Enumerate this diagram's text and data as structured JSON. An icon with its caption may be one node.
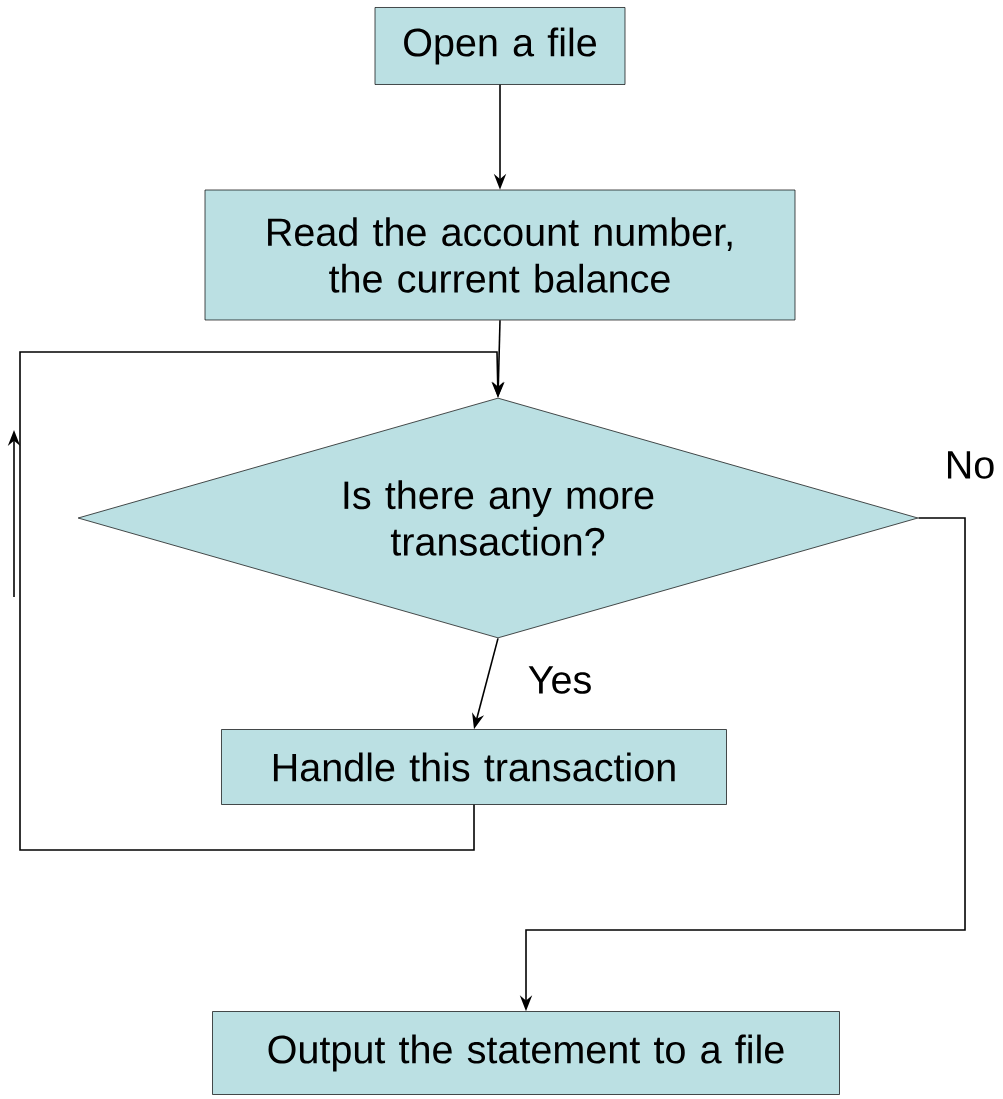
{
  "diagram": {
    "nodes": [
      {
        "text": [
          "Open a file"
        ]
      },
      {
        "text": [
          "Read the account number, the current balance"
        ]
      },
      {
        "text": [
          "Is there any more transaction?"
        ]
      },
      {
        "text": [
          "Handle this transaction"
        ]
      },
      {
        "text": [
          "Output the statement to a file"
        ]
      }
    ],
    "edges": [
      {
        "from": 0,
        "to": 1,
        "arrow": "to"
      },
      {
        "from": 1,
        "to": 2,
        "arrow": "to"
      },
      {
        "from": 2,
        "to": 3,
        "arrow": "to",
        "label": "Yes"
      },
      {
        "from": 3,
        "to": 2,
        "arrow": "to"
      },
      {
        "from": 2,
        "to": 4,
        "arrow": "to",
        "label": "No"
      }
    ]
  }
}
